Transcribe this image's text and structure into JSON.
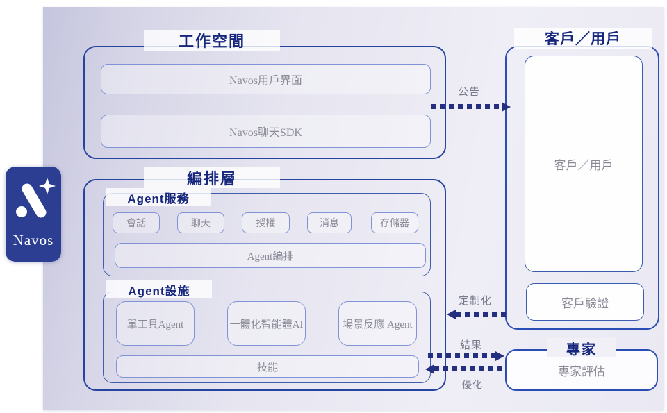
{
  "logo": {
    "brand": "Navos",
    "icon": "navos-sparkle-icon"
  },
  "workspace": {
    "title": "工作空間",
    "items": [
      {
        "label": "Navos用戶界面"
      },
      {
        "label": "Navos聊天SDK"
      }
    ]
  },
  "orchestration": {
    "title": "編排層",
    "agent_services": {
      "title": "Agent服務",
      "modules": [
        "會話",
        "聊天",
        "授權",
        "消息",
        "存儲器"
      ],
      "bar": "Agent編排"
    },
    "agent_infra": {
      "title": "Agent設施",
      "agents": [
        "單工具Agent",
        "一體化智能體AI",
        "場景反應 Agent"
      ],
      "bar": "技能"
    }
  },
  "customer": {
    "title": "客戶／用戶",
    "main_label": "客戶／用戶",
    "verify_label": "客戶驗證"
  },
  "expert": {
    "title": "專家",
    "label": "專家評估"
  },
  "arrows": [
    {
      "label": "公告",
      "direction": "right"
    },
    {
      "label": "定制化",
      "direction": "left"
    },
    {
      "label": "結果",
      "direction": "right"
    },
    {
      "label": "優化",
      "direction": "left"
    }
  ],
  "colors": {
    "outer_border": "#2743a0",
    "inner_border": "#8193d6",
    "title_text": "#15267c",
    "content_text": "#8a8a97",
    "arrow": "#252f80",
    "logo_bg": "#2b3e91",
    "panel_left": "#c5c5de",
    "panel_right": "#efeef6"
  }
}
